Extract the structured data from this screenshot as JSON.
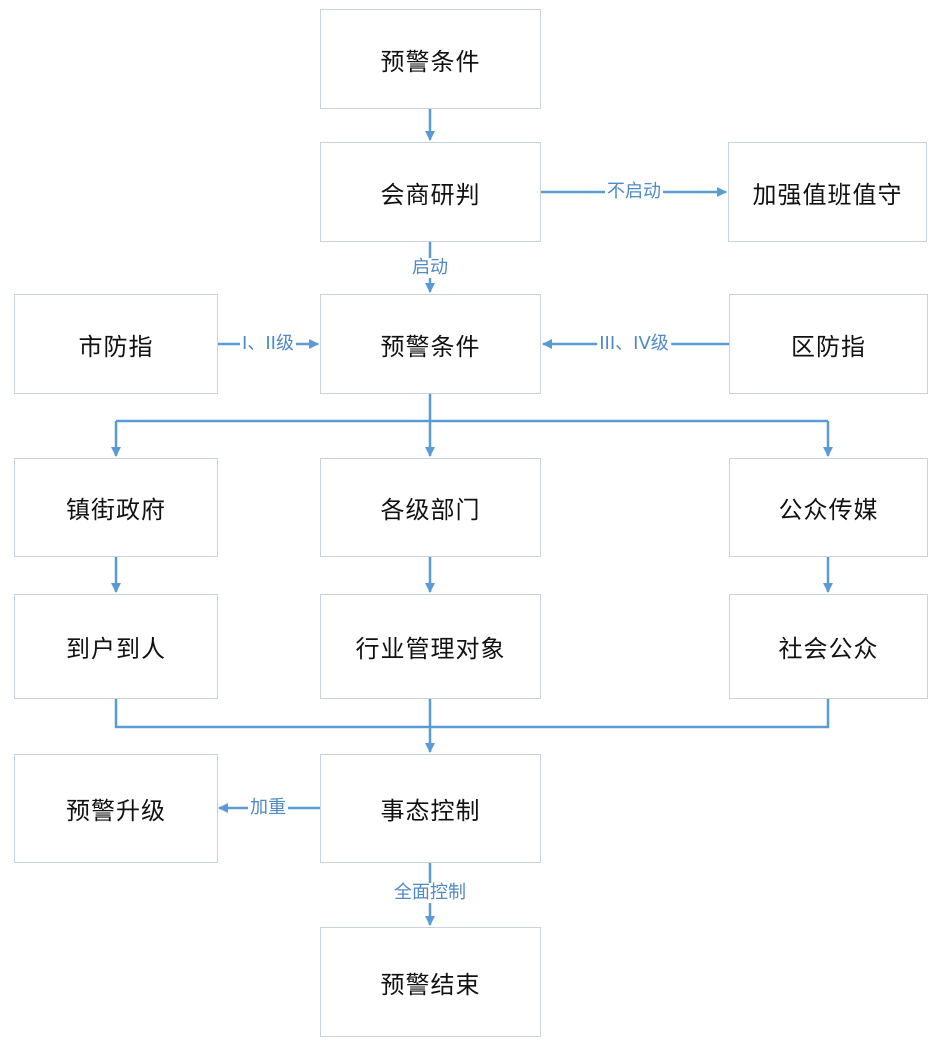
{
  "colors": {
    "connector": "#5b9bd5",
    "label": "#4f89c6",
    "box_border": "#c9d3e0",
    "text": "#111111"
  },
  "nodes": {
    "warning_condition_top": "预警条件",
    "consultation": "会商研判",
    "strengthen_duty": "加强值班值守",
    "city_command": "市防指",
    "warning_condition_mid": "预警条件",
    "district_command": "区防指",
    "town_government": "镇街政府",
    "departments": "各级部门",
    "public_media": "公众传媒",
    "door_to_door": "到户到人",
    "industry_targets": "行业管理对象",
    "general_public": "社会公众",
    "warning_upgrade": "预警升级",
    "situation_control": "事态控制",
    "warning_end": "预警结束"
  },
  "edge_labels": {
    "no_start": "不启动",
    "start": "启动",
    "level_1_2": "I、II级",
    "level_3_4": "III、IV级",
    "aggravate": "加重",
    "full_control": "全面控制"
  }
}
